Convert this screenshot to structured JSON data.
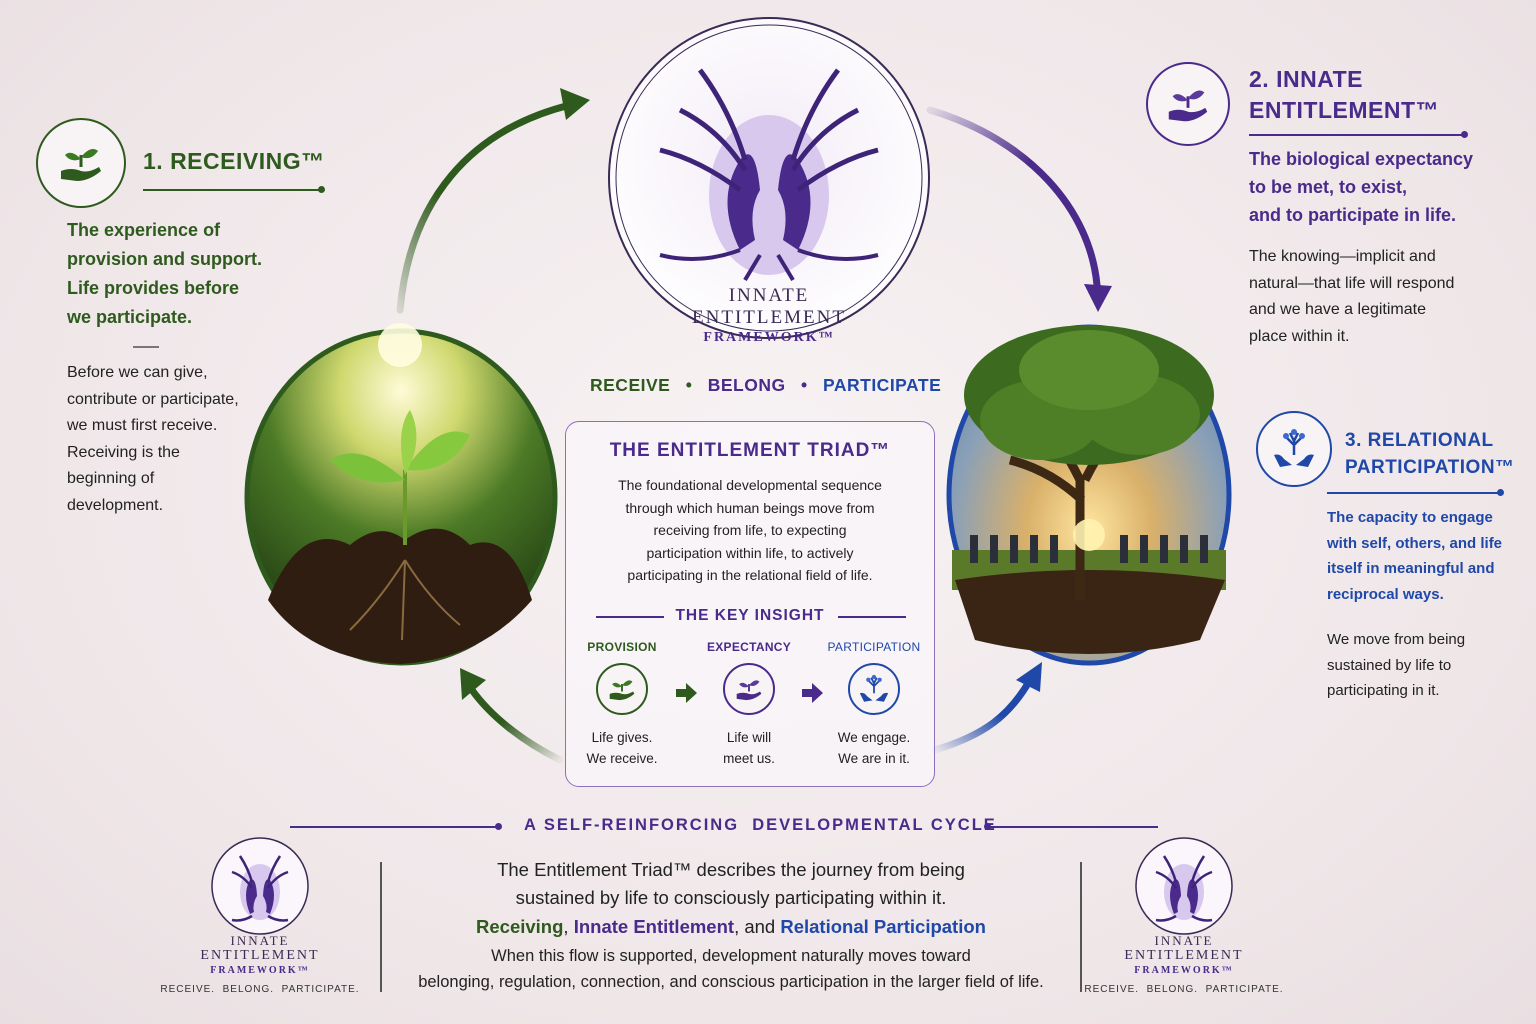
{
  "header": {
    "logo_line1": "INNATE",
    "logo_line2": "ENTITLEMENT",
    "logo_line3": "FRAMEWORK™",
    "tagline": {
      "receive": "RECEIVE",
      "belong": "BELONG",
      "participate": "PARTICIPATE",
      "sep": "•"
    }
  },
  "receiving": {
    "title": "1. RECEIVING™",
    "lead": [
      "The experience of",
      "provision and support.",
      "Life provides before",
      "we participate."
    ],
    "body": [
      "Before we can give,",
      "contribute or participate,",
      "we must first receive.",
      "Receiving is the",
      "beginning of",
      "development."
    ],
    "icon": "hand-sprout-icon"
  },
  "innate": {
    "title": [
      "2. INNATE",
      "ENTITLEMENT™"
    ],
    "lead": [
      "The biological expectancy",
      "to be met, to exist,",
      "and to participate in life."
    ],
    "body": [
      "The knowing—implicit and",
      "natural—that life will respond",
      "and we have a legitimate",
      "place within it."
    ],
    "icon": "hand-sprout-icon"
  },
  "relational": {
    "title": [
      "3. RELATIONAL",
      "PARTICIPATION™"
    ],
    "lead": [
      "The capacity to engage",
      "with self, others, and life",
      "itself in meaningful and",
      "reciprocal ways."
    ],
    "body": [
      "We move from being",
      "sustained by life to",
      "participating in it."
    ],
    "icon": "tree-hands-icon"
  },
  "triad": {
    "title": "THE ENTITLEMENT TRIAD™",
    "description": [
      "The foundational developmental sequence",
      "through which human beings move from",
      "receiving from life, to expecting",
      "participation within life, to actively",
      "participating in the relational field of life."
    ],
    "key_insight": "THE KEY INSIGHT",
    "steps": [
      {
        "label": "PROVISION",
        "text": [
          "Life gives.",
          "We receive."
        ]
      },
      {
        "label": "EXPECTANCY",
        "text": [
          "Life will",
          "meet us."
        ]
      },
      {
        "label": "PARTICIPATION",
        "text": [
          "We engage.",
          "We are in it."
        ]
      }
    ]
  },
  "bottom": {
    "title": "A SELF-REINFORCING  DEVELOPMENTAL CYCLE",
    "line1": "The Entitlement Triad™ describes the journey from being",
    "line2": "sustained by life to consciously participating within it.",
    "line3": {
      "a": "Receiving",
      "b": ", ",
      "c": "Innate Entitlement",
      "d": ", and ",
      "e": "Relational Participation"
    },
    "line4": "When this flow is supported, development naturally moves toward",
    "line5": "belonging, regulation, connection, and conscious participation in the larger field of life.",
    "small_logo": {
      "line1": "INNATE",
      "line2": "ENTITLEMENT",
      "line3": "FRAMEWORK™",
      "tagline": "RECEIVE.  BELONG.  PARTICIPATE."
    }
  },
  "colors": {
    "green": "#2f5a1e",
    "purple": "#4a2a8a",
    "blue": "#1f48a8"
  }
}
